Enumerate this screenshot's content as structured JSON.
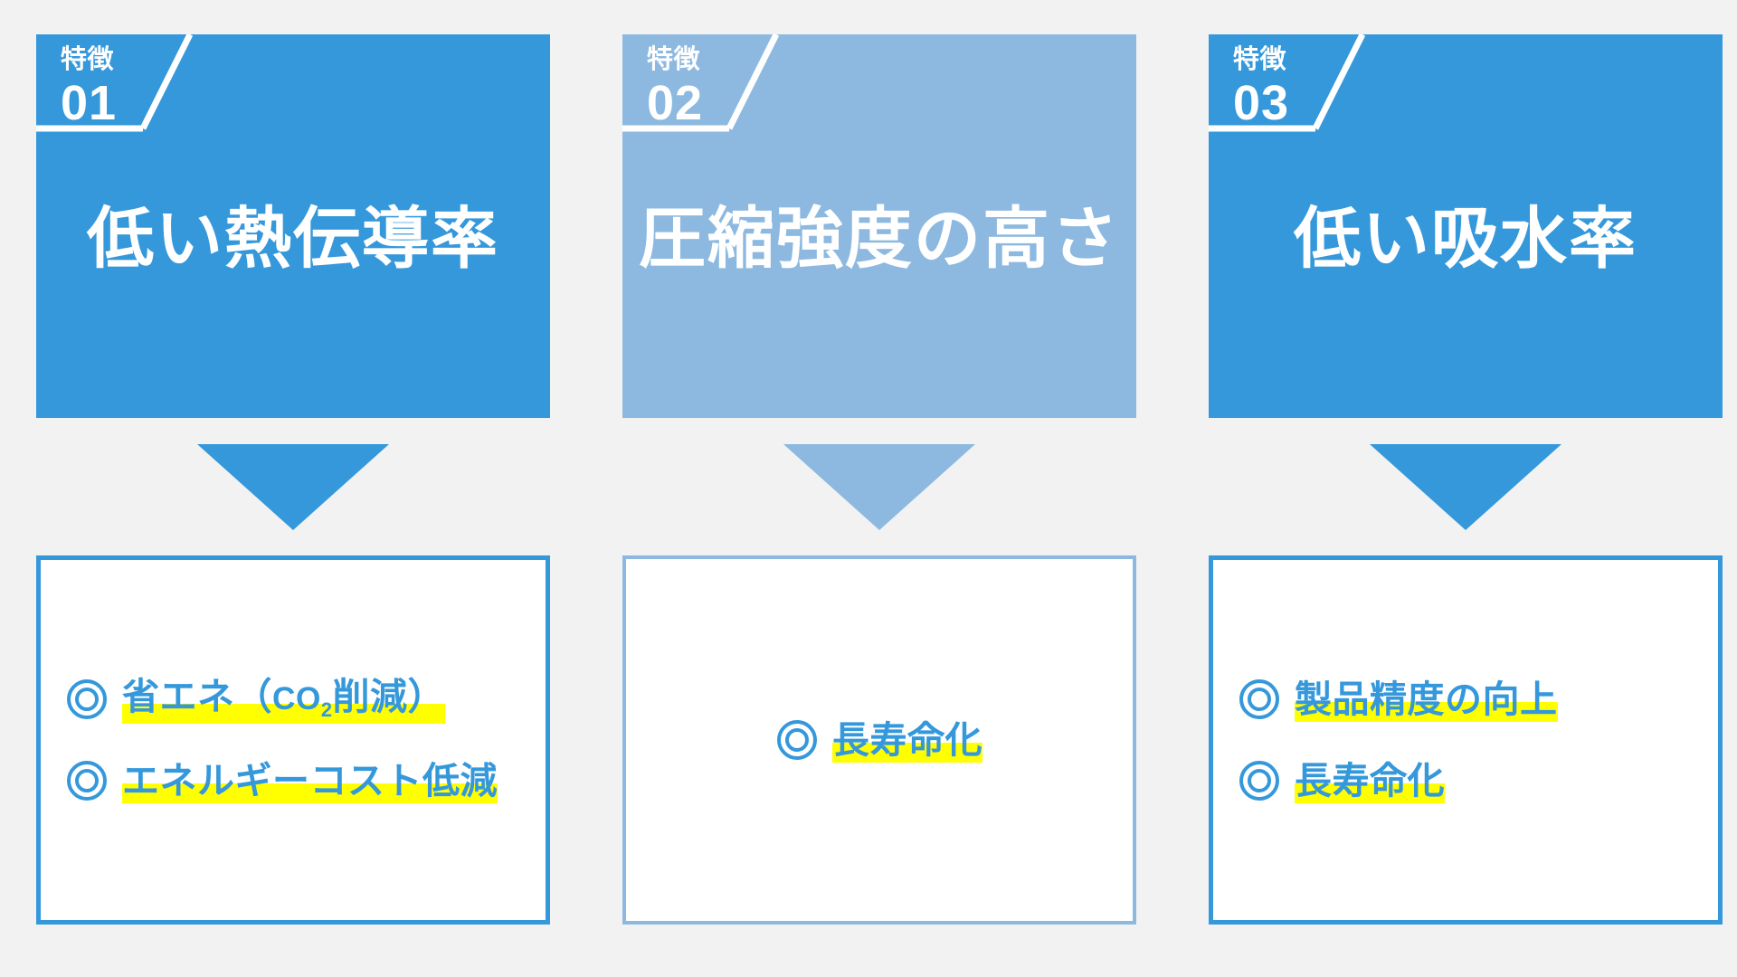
{
  "page": {
    "background_color": "#f2f2f2",
    "accent_dark": "#3498db",
    "accent_light": "#8db9e0",
    "highlight_color": "#ffff00",
    "text_on_accent": "#ffffff"
  },
  "columns": [
    {
      "tone": "dark",
      "badge": {
        "kicker": "特徴",
        "number": "01"
      },
      "title": "低い熱伝導率",
      "arrow_icon": "down-triangle-icon",
      "results_align": "left",
      "results": [
        {
          "bullet": "double-circle-icon",
          "text": "省エネ（CO₂削減）",
          "highlighted": true
        },
        {
          "bullet": "double-circle-icon",
          "text": "エネルギーコスト低減",
          "highlighted": true
        }
      ]
    },
    {
      "tone": "light",
      "badge": {
        "kicker": "特徴",
        "number": "02"
      },
      "title": "圧縮強度の高さ",
      "arrow_icon": "down-triangle-icon",
      "results_align": "center",
      "results": [
        {
          "bullet": "double-circle-icon",
          "text": "長寿命化",
          "highlighted": true
        }
      ]
    },
    {
      "tone": "dark",
      "badge": {
        "kicker": "特徴",
        "number": "03"
      },
      "title": "低い吸水率",
      "arrow_icon": "down-triangle-icon",
      "results_align": "left",
      "results": [
        {
          "bullet": "double-circle-icon",
          "text": "製品精度の向上",
          "highlighted": true
        },
        {
          "bullet": "double-circle-icon",
          "text": "長寿命化",
          "highlighted": true
        }
      ]
    }
  ]
}
